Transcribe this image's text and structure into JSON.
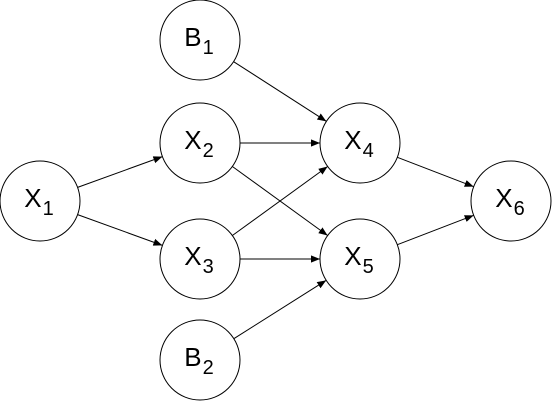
{
  "nodes": [
    {
      "id": "X1",
      "letter": "X",
      "sub": "1"
    },
    {
      "id": "B1",
      "letter": "B",
      "sub": "1"
    },
    {
      "id": "X2",
      "letter": "X",
      "sub": "2"
    },
    {
      "id": "X3",
      "letter": "X",
      "sub": "3"
    },
    {
      "id": "B2",
      "letter": "B",
      "sub": "2"
    },
    {
      "id": "X4",
      "letter": "X",
      "sub": "4"
    },
    {
      "id": "X5",
      "letter": "X",
      "sub": "5"
    },
    {
      "id": "X6",
      "letter": "X",
      "sub": "6"
    }
  ],
  "edges": [
    {
      "from": "X1",
      "to": "X2"
    },
    {
      "from": "X1",
      "to": "X3"
    },
    {
      "from": "B1",
      "to": "X4"
    },
    {
      "from": "X2",
      "to": "X4"
    },
    {
      "from": "X2",
      "to": "X5"
    },
    {
      "from": "X3",
      "to": "X4"
    },
    {
      "from": "X3",
      "to": "X5"
    },
    {
      "from": "B2",
      "to": "X5"
    },
    {
      "from": "X4",
      "to": "X6"
    },
    {
      "from": "X5",
      "to": "X6"
    }
  ],
  "colors": {
    "stroke": "#000000",
    "fill": "#ffffff"
  }
}
